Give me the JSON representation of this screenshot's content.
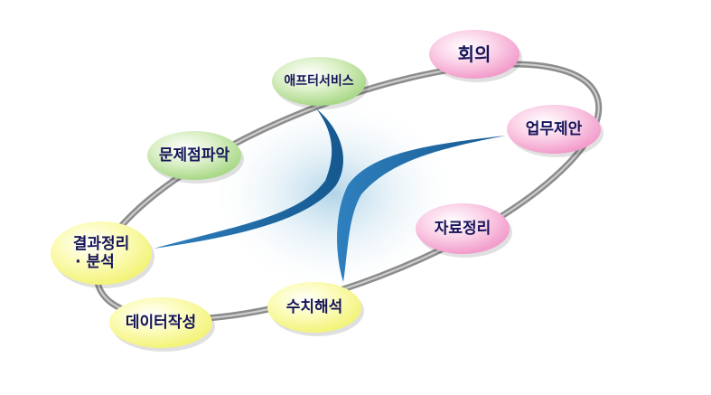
{
  "nodes": [
    {
      "id": "meeting",
      "label": "회의",
      "group": "pink"
    },
    {
      "id": "proposal",
      "label": "업무제안",
      "group": "pink"
    },
    {
      "id": "data-arrange",
      "label": "자료정리",
      "group": "pink"
    },
    {
      "id": "numeric-analysis",
      "label": "수치해석",
      "group": "yellow"
    },
    {
      "id": "data-writing",
      "label": "데이터작성",
      "group": "yellow"
    },
    {
      "id": "result-analysis",
      "label": "결과정리",
      "label2": "· 분석",
      "group": "yellow"
    },
    {
      "id": "problem",
      "label": "문제점파악",
      "group": "green"
    },
    {
      "id": "after-service",
      "label": "애프터서비스",
      "group": "green"
    }
  ],
  "colors": {
    "pink": "#f7b3d6",
    "yellow": "#fafa9a",
    "green": "#c4e6a4",
    "ring": "#8c8c8c",
    "swoosh": "#1f6aa5",
    "text": "#15155a"
  }
}
